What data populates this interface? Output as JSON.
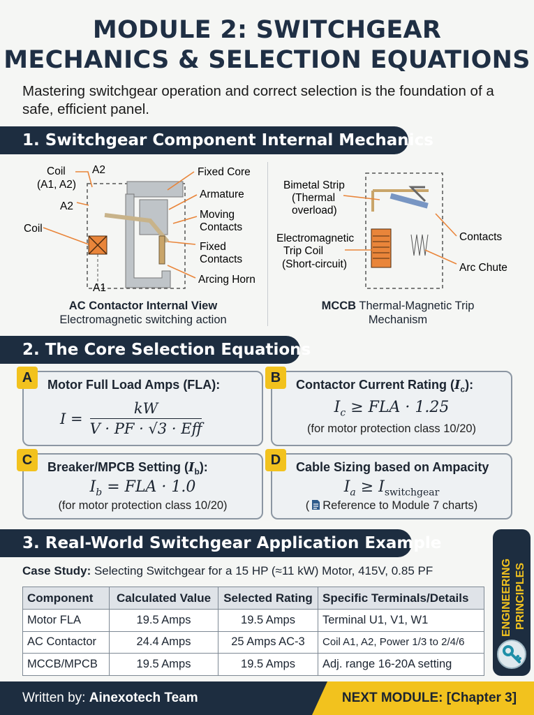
{
  "title": {
    "line1": "MODULE 2: SWITCHGEAR",
    "line2": "MECHANICS & SELECTION EQUATIONS"
  },
  "intro": "Mastering switchgear operation and correct selection is the foundation of a safe, efficient panel.",
  "section1": {
    "heading": "1. Switchgear Component Internal Mechanics",
    "contactor": {
      "labels": {
        "coil_a1a2_l1": "Coil",
        "coil_a1a2_l2": "(A1, A2)",
        "a2_top": "A2",
        "a2_left": "A2",
        "coil": "Coil",
        "a1": "A1",
        "fixed_core": "Fixed Core",
        "armature": "Armature",
        "moving_l1": "Moving",
        "moving_l2": "Contacts",
        "fixed_l1": "Fixed",
        "fixed_l2": "Contacts",
        "arcing_horn": "Arcing Horn"
      },
      "caption_bold": "AC Contactor Internal View",
      "caption_sub": "Electromagnetic switching action"
    },
    "mccb": {
      "labels": {
        "bimetal_l1": "Bimetal Strip",
        "bimetal_l2": "(Thermal",
        "bimetal_l3": "overload)",
        "em_l1": "Electromagnetic",
        "em_l2": "Trip Coil",
        "em_l3": "(Short-circuit)",
        "contacts": "Contacts",
        "arc_chute": "Arc Chute"
      },
      "caption_bold": "MCCB",
      "caption_rest": " Thermal-Magnetic Trip",
      "caption_line2": "Mechanism"
    }
  },
  "section2": {
    "heading": "2. The Core Selection Equations",
    "boxes": [
      {
        "letter": "A",
        "title": "Motor Full Load Amps (FLA):",
        "lhs": "I =",
        "numerator": "kW",
        "denominator": "V · PF · √3 · Eff"
      },
      {
        "letter": "B",
        "title_pre": "Contactor Current Rating (",
        "title_var": "I",
        "title_sub": "c",
        "title_post": "):",
        "eq": "≥ FLA · 1.25",
        "eq_var": "I",
        "eq_sub": "c",
        "note": "(for motor protection class 10/20)"
      },
      {
        "letter": "C",
        "title_pre": "Breaker/MPCB Setting (",
        "title_var": "I",
        "title_sub": "b",
        "title_post": "):",
        "eq": "= FLA · 1.0",
        "eq_var": "I",
        "eq_sub": "b",
        "note": "(for motor protection class 10/20)"
      },
      {
        "letter": "D",
        "title": "Cable Sizing based on Ampacity",
        "eq_var": "I",
        "eq_sub": "a",
        "eq_mid": " ≥ I",
        "eq_sub2": "switchgear",
        "note_pre": "(",
        "note": "Reference to Module 7 charts)"
      }
    ]
  },
  "section3": {
    "heading": "3. Real-World Switchgear Application Example",
    "case_label": "Case Study:",
    "case_text": " Selecting Switchgear for a 15 HP (≈11 kW) Motor, 415V, 0.85 PF",
    "table": {
      "headers": [
        "Component",
        "Calculated Value",
        "Selected Rating",
        "Specific Terminals/Details"
      ],
      "rows": [
        [
          "Motor FLA",
          "19.5 Amps",
          "19.5 Amps",
          "Terminal U1, V1, W1"
        ],
        [
          "AC Contactor",
          "24.4 Amps",
          "25 Amps AC-3",
          "Coil A1, A2, Power 1/3 to 2/4/6"
        ],
        [
          "MCCB/MPCB",
          "19.5 Amps",
          "19.5 Amps",
          "Adj. range 16-20A setting"
        ]
      ]
    }
  },
  "side_tag": {
    "line1": "ENGINEERING",
    "line2": "PRINCIPLES",
    "icon": "key-icon"
  },
  "footer": {
    "written_by": "Written by: ",
    "author": "Ainexotech Team",
    "next_module": "NEXT MODULE: [Chapter 3]"
  },
  "colors": {
    "navy": "#1d2d40",
    "yellow": "#f2c21e",
    "orange": "#e9853a"
  }
}
